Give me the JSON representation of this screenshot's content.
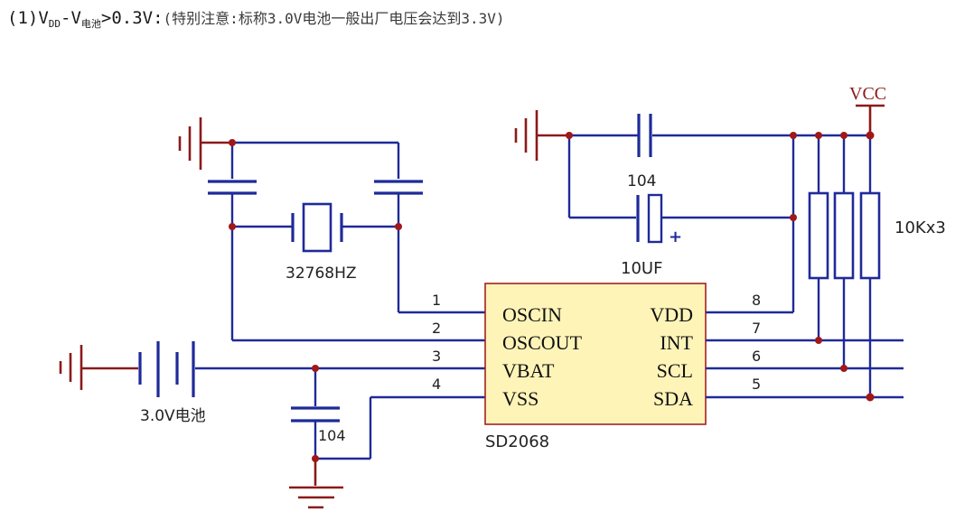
{
  "heading": {
    "prefix": "(1)V",
    "sub_dd": "DD",
    "mid": "-V",
    "sub_batt": "电池",
    "suffix": ">0.3V:",
    "note": "(特别注意:标称3.0V电池一般出厂电压会达到3.3V)"
  },
  "chip": {
    "name": "SD2068",
    "left_pins": [
      {
        "num": "1",
        "label": "OSCIN"
      },
      {
        "num": "2",
        "label": "OSCOUT"
      },
      {
        "num": "3",
        "label": "VBAT"
      },
      {
        "num": "4",
        "label": "VSS"
      }
    ],
    "right_pins": [
      {
        "num": "8",
        "label": "VDD"
      },
      {
        "num": "7",
        "label": "INT"
      },
      {
        "num": "6",
        "label": "SCL"
      },
      {
        "num": "5",
        "label": "SDA"
      }
    ]
  },
  "components": {
    "crystal": "32768HZ",
    "cap_top": "104",
    "electrolytic": "10UF",
    "electrolytic_plus": "+",
    "resistors": "10Kx3",
    "battery": "3.0V电池",
    "cap_bottom": "104",
    "vcc": "VCC"
  },
  "colors": {
    "wire": "#1f2a99",
    "ground": "#8b1a1a",
    "junction": "#a01818",
    "chip_fill": "#fff4b8",
    "chip_border": "#a32020"
  }
}
